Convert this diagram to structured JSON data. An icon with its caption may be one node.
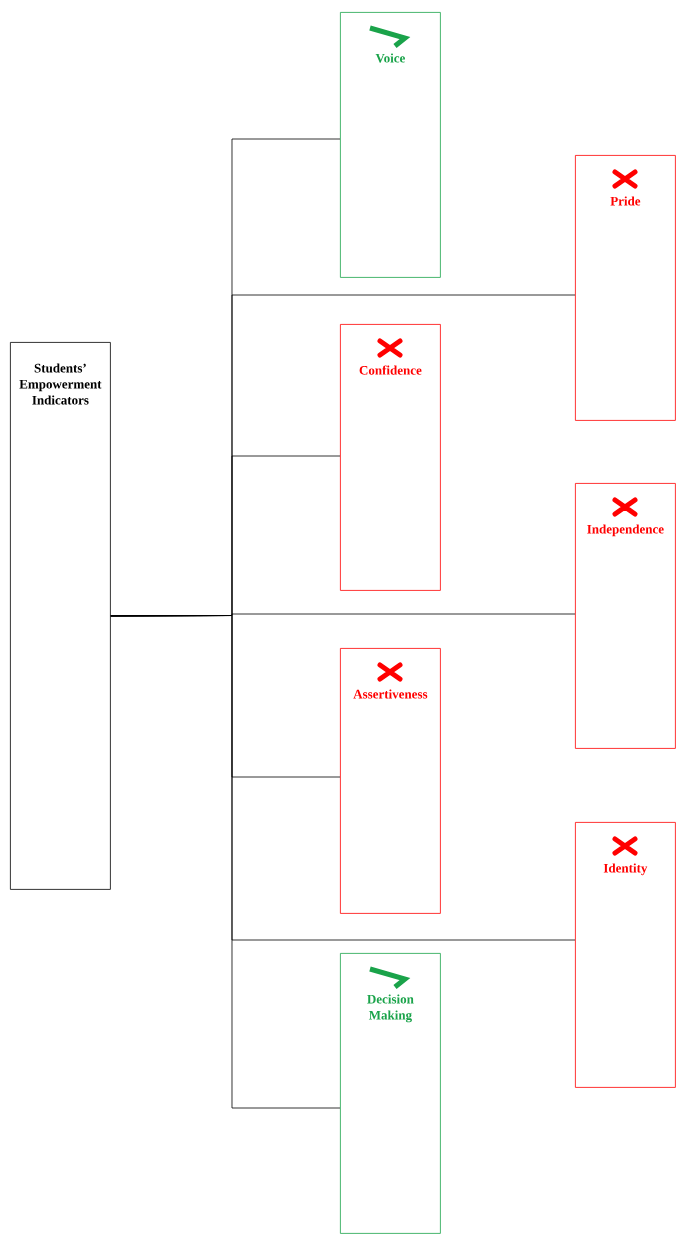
{
  "diagram": {
    "nodes": [
      {
        "text": [
          "Students’ Empowerment Indicators"
        ]
      },
      {
        "text": [
          "Voice"
        ]
      },
      {
        "text": [
          "Pride"
        ]
      },
      {
        "text": [
          "Confidence"
        ]
      },
      {
        "text": [
          "Independence"
        ]
      },
      {
        "text": [
          "Assertiveness"
        ]
      },
      {
        "text": [
          "Identity"
        ]
      },
      {
        "text": [
          "Decision Making"
        ]
      }
    ],
    "edges": [
      {
        "from": 0,
        "to": 1,
        "arrow": "none"
      },
      {
        "from": 0,
        "to": 2,
        "arrow": "none"
      },
      {
        "from": 0,
        "to": 3,
        "arrow": "none"
      },
      {
        "from": 0,
        "to": 4,
        "arrow": "none"
      },
      {
        "from": 0,
        "to": 5,
        "arrow": "none"
      },
      {
        "from": 0,
        "to": 6,
        "arrow": "none"
      },
      {
        "from": 0,
        "to": 7,
        "arrow": "none"
      }
    ]
  }
}
